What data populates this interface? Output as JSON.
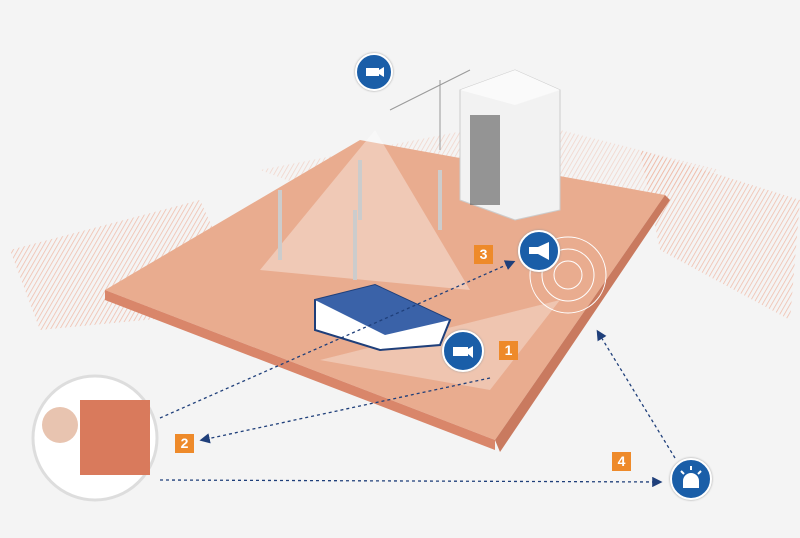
{
  "steps": [
    {
      "number": "1"
    },
    {
      "number": "2"
    },
    {
      "number": "3"
    },
    {
      "number": "4"
    }
  ],
  "icons": [
    "camera-icon",
    "camera-icon",
    "megaphone-icon",
    "siren-icon"
  ],
  "colors": {
    "accent": "#ee8a2a",
    "icon_blue": "#1a5ea8",
    "site": "#e7a88a",
    "arrow": "#1f3f7a"
  }
}
